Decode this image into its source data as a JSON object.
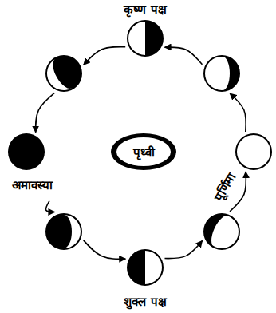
{
  "diagram": {
    "nodes": [
      {
        "text": [
          "पृथ्वी"
        ]
      }
    ],
    "labels": [
      "कृष्ण पक्ष",
      "अमावस्या",
      "शुक्ल पक्ष",
      "पूर्णिमा"
    ]
  }
}
